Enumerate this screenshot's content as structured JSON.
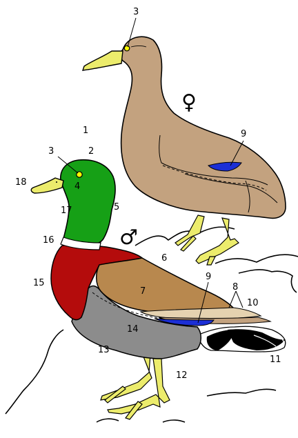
{
  "labels": {
    "l1": "1",
    "l2": "2",
    "l3_female": "3",
    "l3_male": "3",
    "l4": "4",
    "l5": "5",
    "l6": "6",
    "l7": "7",
    "l8": "8",
    "l9_female": "9",
    "l9_male": "9",
    "l10": "10",
    "l11": "11",
    "l12": "12",
    "l13": "13",
    "l14": "14",
    "l15": "15",
    "l16": "16",
    "l17": "17",
    "l18": "18"
  },
  "symbols": {
    "female": "♀",
    "male": "♂"
  },
  "colors": {
    "female_body": "#c3a27f",
    "male_head": "#16a016",
    "male_breast": "#b40c0c",
    "male_wing": "#b8884e",
    "male_flank": "#8c8c8c",
    "speculum": "#1c2fd6",
    "bill_feet": "#ecec6c",
    "eye": "#ffff00",
    "collar": "#ffffff",
    "tail_black": "#000000"
  }
}
